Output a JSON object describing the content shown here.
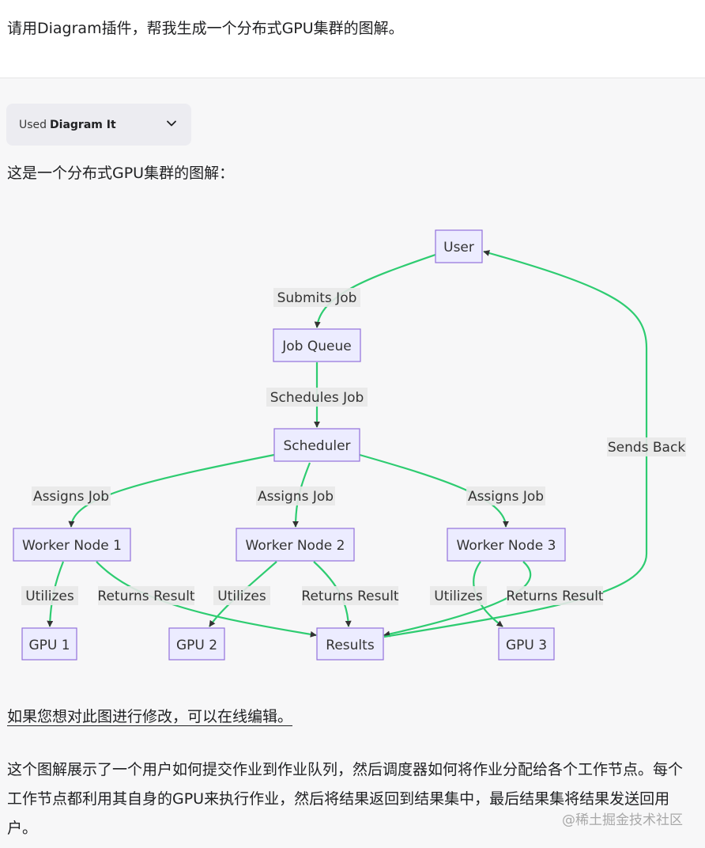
{
  "user": {
    "message": "请用Diagram插件，帮我生成一个分布式GPU集群的图解。"
  },
  "assistant": {
    "plugin_used": {
      "prefix": "Used",
      "name": "Diagram It"
    },
    "intro": "这是一个分布式GPU集群的图解：",
    "edit_link": "如果您想对此图进行修改，可以在线编辑。",
    "description": "这个图解展示了一个用户如何提交作业到作业队列，然后调度器如何将作业分配给各个工作节点。每个工作节点都利用其自身的GPU来执行作业，然后将结果返回到结果集中，最后结果集将结果发送回用户。",
    "watermark": "@稀土掘金技术社区"
  },
  "diagram": {
    "nodes": {
      "user": "User",
      "job_queue": "Job Queue",
      "scheduler": "Scheduler",
      "worker1": "Worker Node 1",
      "worker2": "Worker Node 2",
      "worker3": "Worker Node 3",
      "gpu1": "GPU 1",
      "gpu2": "GPU 2",
      "gpu3": "GPU 3",
      "results": "Results"
    },
    "edges": {
      "submits": "Submits Job",
      "schedules": "Schedules Job",
      "assigns1": "Assigns Job",
      "assigns2": "Assigns Job",
      "assigns3": "Assigns Job",
      "utilizes1": "Utilizes",
      "utilizes2": "Utilizes",
      "utilizes3": "Utilizes",
      "returns1": "Returns Result",
      "returns2": "Returns Result",
      "returns3": "Returns Result",
      "sends_back": "Sends Back"
    },
    "colors": {
      "edge": "#2ecc71",
      "node_fill": "#ececff",
      "node_border": "#9370db",
      "label_bg": "#e8e8e8"
    }
  }
}
